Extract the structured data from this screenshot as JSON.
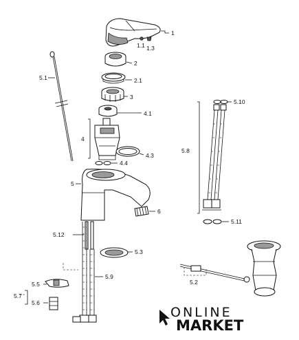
{
  "labels": {
    "l1": "1",
    "l1_1": "1.1",
    "l1_3": "1.3",
    "l2": "2",
    "l2_1": "2.1",
    "l3": "3",
    "l4_1": "4.1",
    "l4": "4",
    "l4_3": "4.3",
    "l4_4": "4.4",
    "l5_1": "5.1",
    "l5": "5",
    "l6": "6",
    "l5_12": "5.12",
    "l5_3": "5.3",
    "l5_9": "5.9",
    "l5_5": "5.5",
    "l5_7": "5.7",
    "l5_6": "5.6",
    "l5_10": "5.10",
    "l5_8": "5.8",
    "l5_11": "5.11",
    "l5_2": "5.2"
  },
  "logo": {
    "top": "ONLINE",
    "bottom": "MARKET"
  }
}
